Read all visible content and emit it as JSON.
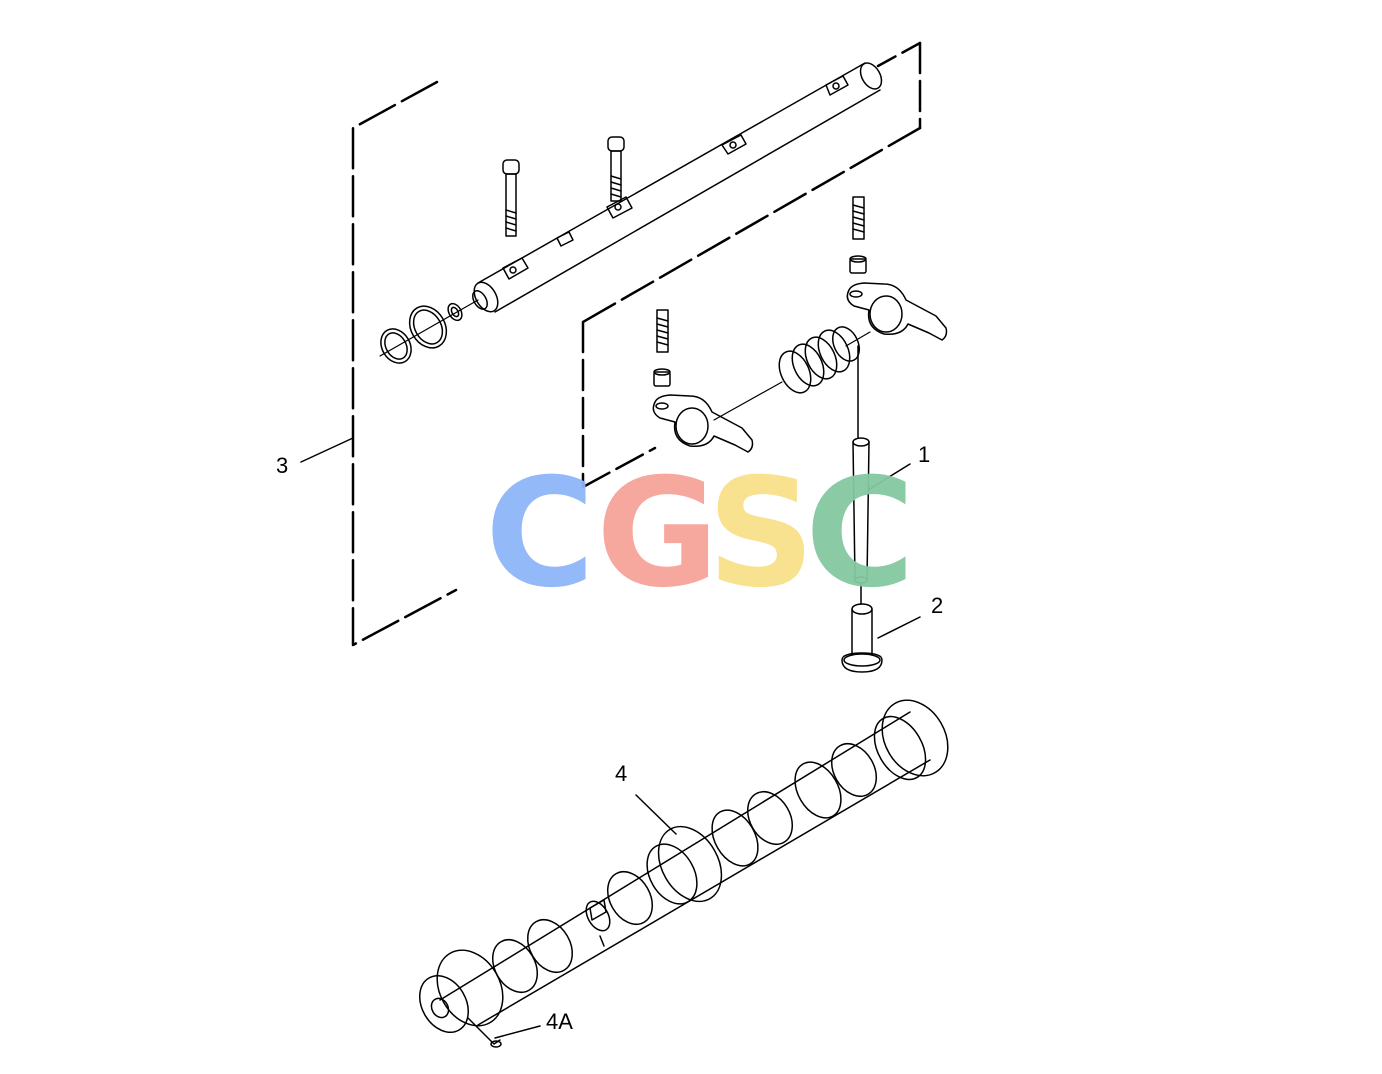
{
  "diagram": {
    "callouts": [
      {
        "id": "1",
        "label": "1"
      },
      {
        "id": "2",
        "label": "2"
      },
      {
        "id": "3",
        "label": "3"
      },
      {
        "id": "4",
        "label": "4"
      },
      {
        "id": "4a",
        "label": "4A"
      }
    ],
    "line_color": "#000000",
    "background_color": "#ffffff"
  },
  "watermark": {
    "letters": [
      {
        "char": "C",
        "color": "#8FB6F8"
      },
      {
        "char": "G",
        "color": "#F6A49A"
      },
      {
        "char": "S",
        "color": "#F8E08A"
      },
      {
        "char": "C",
        "color": "#84C9A2"
      }
    ]
  }
}
